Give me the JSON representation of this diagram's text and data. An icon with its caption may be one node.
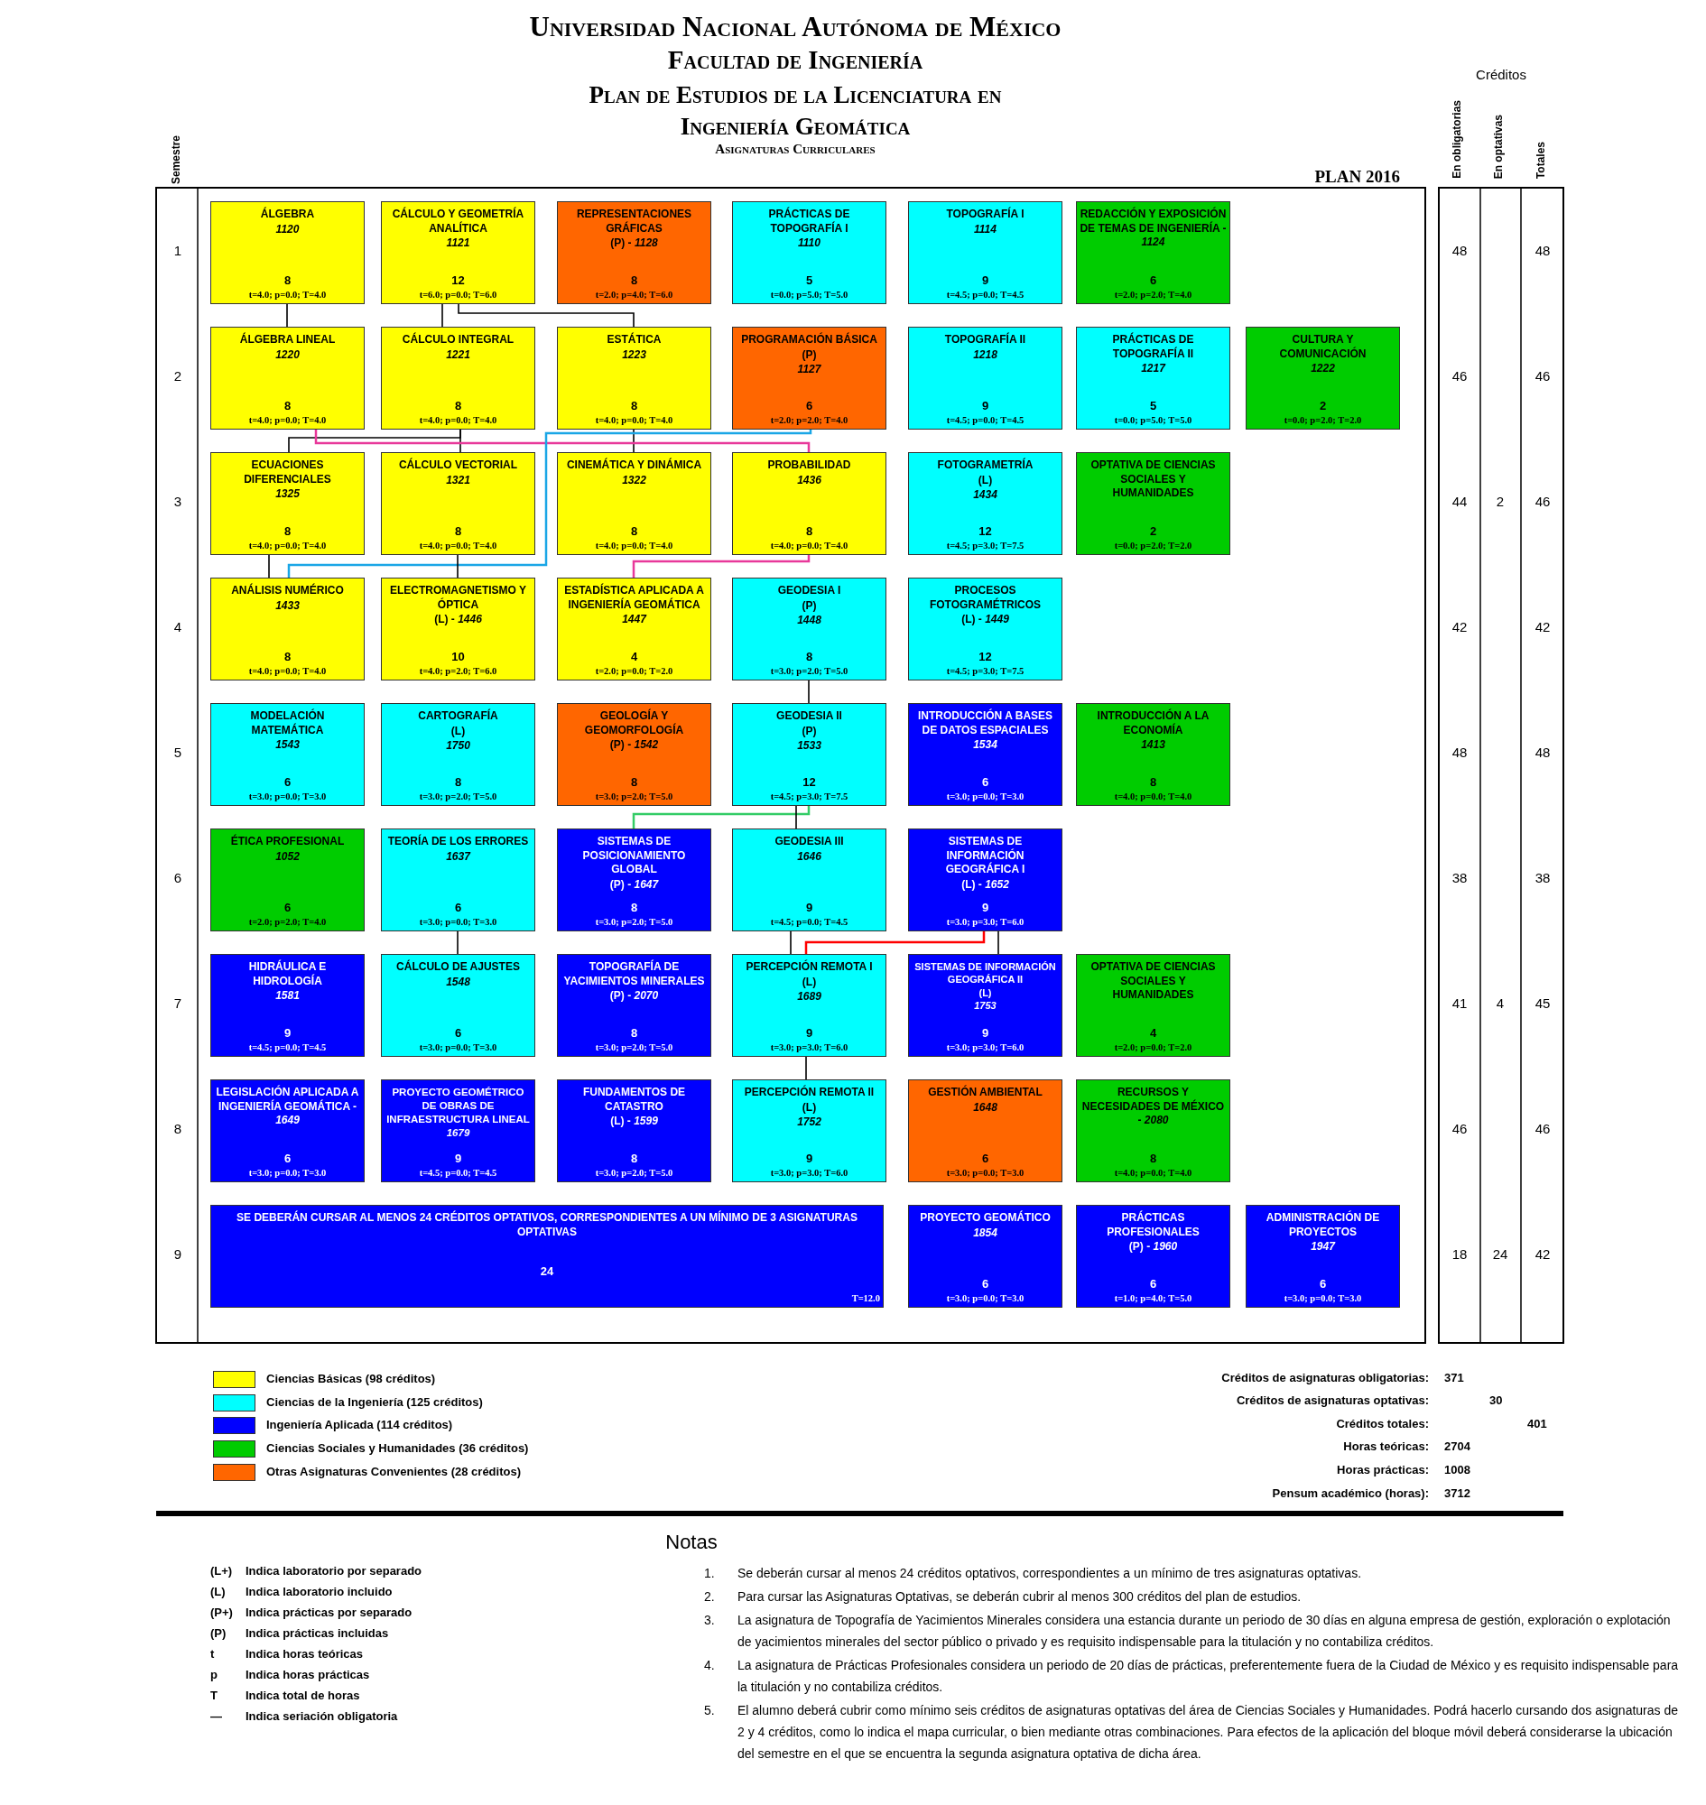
{
  "diagram": {
    "title": "Universidad Nacional Autónoma de México",
    "nodes": [
      {
        "text": [
          "ÁLGEBRA",
          "1120",
          "8",
          "t=4.0; p=0.0; T=4.0"
        ]
      },
      {
        "text": [
          "CÁLCULO Y GEOMETRÍA ANALÍTICA",
          "1121",
          "12",
          "t=6.0; p=0.0; T=6.0"
        ]
      },
      {
        "text": [
          "REPRESENTACIONES GRÁFICAS",
          "(P) - *1128*",
          "8",
          "t=2.0; p=4.0; T=6.0"
        ]
      },
      {
        "text": [
          "PRÁCTICAS DE TOPOGRAFÍA I",
          "1110",
          "5",
          "t=0.0; p=5.0; T=5.0"
        ]
      },
      {
        "text": [
          "TOPOGRAFÍA I",
          "1114",
          "9",
          "t=4.5; p=0.0; T=4.5"
        ]
      },
      {
        "text": [
          "REDACCIÓN Y EXPOSICIÓN DE TEMAS DE INGENIERÍA - *1124*",
          "6",
          "t=2.0; p=2.0; T=4.0"
        ]
      },
      {
        "text": [
          "ÁLGEBRA LINEAL",
          "1220",
          "8",
          "t=4.0; p=0.0; T=4.0"
        ]
      },
      {
        "text": [
          "CÁLCULO INTEGRAL",
          "1221",
          "8",
          "t=4.0; p=0.0; T=4.0"
        ]
      },
      {
        "text": [
          "ESTÁTICA",
          "1223",
          "8",
          "t=4.0; p=0.0; T=4.0"
        ]
      },
      {
        "text": [
          "PROGRAMACIÓN BÁSICA",
          "(P)",
          "1127",
          "6",
          "t=2.0; p=2.0; T=4.0"
        ]
      },
      {
        "text": [
          "TOPOGRAFÍA II",
          "1218",
          "9",
          "t=4.5; p=0.0; T=4.5"
        ]
      },
      {
        "text": [
          "PRÁCTICAS DE TOPOGRAFÍA II",
          "1217",
          "5",
          "t=0.0; p=5.0; T=5.0"
        ]
      },
      {
        "text": [
          "CULTURA Y COMUNICACIÓN",
          "1222",
          "2",
          "t=0.0; p=2.0; T=2.0"
        ]
      },
      {
        "text": [
          "ECUACIONES DIFERENCIALES",
          "1325",
          "8",
          "t=4.0; p=0.0; T=4.0"
        ]
      },
      {
        "text": [
          "CÁLCULO VECTORIAL",
          "1321",
          "8",
          "t=4.0; p=0.0; T=4.0"
        ]
      },
      {
        "text": [
          "CINEMÁTICA Y DINÁMICA",
          "1322",
          "8",
          "t=4.0; p=0.0; T=4.0"
        ]
      },
      {
        "text": [
          "PROBABILIDAD",
          "1436",
          "8",
          "t=4.0; p=0.0; T=4.0"
        ]
      },
      {
        "text": [
          "FOTOGRAMETRÍA",
          "(L)",
          "1434",
          "12",
          "t=4.5; p=3.0; T=7.5"
        ]
      },
      {
        "text": [
          "OPTATIVA DE CIENCIAS SOCIALES Y HUMANIDADES",
          "2",
          "t=0.0; p=2.0; T=2.0"
        ]
      },
      {
        "text": [
          "ANÁLISIS NUMÉRICO",
          "1433",
          "8",
          "t=4.0; p=0.0; T=4.0"
        ]
      },
      {
        "text": [
          "ELECTROMAGNETISMO Y ÓPTICA",
          "(L) - *1446*",
          "10",
          "t=4.0; p=2.0; T=6.0"
        ]
      },
      {
        "text": [
          "ESTADÍSTICA APLICADA A INGENIERÍA GEOMÁTICA",
          "1447",
          "4",
          "t=2.0; p=0.0; T=2.0"
        ]
      },
      {
        "text": [
          "GEODESIA I",
          "(P)",
          "1448",
          "8",
          "t=3.0; p=2.0; T=5.0"
        ]
      },
      {
        "text": [
          "PROCESOS FOTOGRAMÉTRICOS",
          "(L) - *1449*",
          "12",
          "t=4.5; p=3.0; T=7.5"
        ]
      },
      {
        "text": [
          "MODELACIÓN MATEMÁTICA",
          "1543",
          "6",
          "t=3.0; p=0.0; T=3.0"
        ]
      },
      {
        "text": [
          "CARTOGRAFÍA",
          "(L)",
          "1750",
          "8",
          "t=3.0; p=2.0; T=5.0"
        ]
      },
      {
        "text": [
          "GEOLOGÍA Y GEOMORFOLOGÍA",
          "(P) - *1542*",
          "8",
          "t=3.0; p=2.0; T=5.0"
        ]
      },
      {
        "text": [
          "GEODESIA II",
          "(P)",
          "1533",
          "12",
          "t=4.5; p=3.0; T=7.5"
        ]
      },
      {
        "text": [
          "INTRODUCCIÓN A BASES DE DATOS ESPACIALES",
          "1534",
          "6",
          "t=3.0; p=0.0; T=3.0"
        ]
      },
      {
        "text": [
          "INTRODUCCIÓN A LA ECONOMÍA",
          "1413",
          "8",
          "t=4.0; p=0.0; T=4.0"
        ]
      },
      {
        "text": [
          "ÉTICA PROFESIONAL",
          "1052",
          "6",
          "t=2.0; p=2.0; T=4.0"
        ]
      },
      {
        "text": [
          "TEORÍA DE LOS ERRORES",
          "1637",
          "6",
          "t=3.0; p=0.0; T=3.0"
        ]
      },
      {
        "text": [
          "SISTEMAS DE POSICIONAMIENTO GLOBAL",
          "(P) - *1647*",
          "8",
          "t=3.0; p=2.0; T=5.0"
        ]
      },
      {
        "text": [
          "GEODESIA III",
          "1646",
          "9",
          "t=4.5; p=0.0; T=4.5"
        ]
      },
      {
        "text": [
          "SISTEMAS DE INFORMACIÓN GEOGRÁFICA I",
          "(L) - *1652*",
          "9",
          "t=3.0; p=3.0; T=6.0"
        ]
      },
      {
        "text": [
          "HIDRÁULICA E HIDROLOGÍA",
          "1581",
          "9",
          "t=4.5; p=0.0; T=4.5"
        ]
      },
      {
        "text": [
          "CÁLCULO DE AJUSTES",
          "1548",
          "6",
          "t=3.0; p=0.0; T=3.0"
        ]
      },
      {
        "text": [
          "TOPOGRAFÍA DE YACIMIENTOS MINERALES",
          "(P) - *2070*",
          "8",
          "t=3.0; p=2.0; T=5.0"
        ]
      },
      {
        "text": [
          "PERCEPCIÓN REMOTA I",
          "(L)",
          "1689",
          "9",
          "t=3.0; p=3.0; T=6.0"
        ]
      },
      {
        "text": [
          "SISTEMAS DE INFORMACIÓN GEOGRÁFICA II",
          "(L)",
          "1753",
          "9",
          "t=3.0; p=3.0; T=6.0"
        ]
      },
      {
        "text": [
          "OPTATIVA DE CIENCIAS SOCIALES Y HUMANIDADES",
          "4",
          "t=2.0; p=0.0; T=2.0"
        ]
      },
      {
        "text": [
          "LEGISLACIÓN APLICADA A INGENIERÍA GEOMÁTICA - *1649*",
          "6",
          "t=3.0; p=0.0; T=3.0"
        ]
      },
      {
        "text": [
          "PROYECTO GEOMÉTRICO DE OBRAS DE INFRAESTRUCTURA LINEAL",
          "1679",
          "9",
          "t=4.5; p=0.0; T=4.5"
        ]
      },
      {
        "text": [
          "FUNDAMENTOS DE CATASTRO",
          "(L) - *1599*",
          "8",
          "t=3.0; p=2.0; T=5.0"
        ]
      },
      {
        "text": [
          "PERCEPCIÓN REMOTA II",
          "(L)",
          "1752",
          "9",
          "t=3.0; p=3.0; T=6.0"
        ]
      },
      {
        "text": [
          "GESTIÓN AMBIENTAL",
          "1648",
          "6",
          "t=3.0; p=0.0; T=3.0"
        ]
      },
      {
        "text": [
          "RECURSOS Y NECESIDADES DE MÉXICO - *2080*",
          "8",
          "t=4.0; p=0.0; T=4.0"
        ]
      },
      {
        "text": [
          "SE DEBERÁN CURSAR AL MENOS 24 CRÉDITOS OPTATIVOS, CORRESPONDIENTES A UN MÍNIMO DE 3 ASIGNATURAS OPTATIVAS",
          "24",
          "T=12.0"
        ]
      },
      {
        "text": [
          "PROYECTO GEOMÁTICO",
          "1854",
          "6",
          "t=3.0; p=0.0; T=3.0"
        ]
      },
      {
        "text": [
          "PRÁCTICAS PROFESIONALES",
          "(P) - *1960*",
          "6",
          "t=1.0; p=4.0; T=5.0"
        ]
      },
      {
        "text": [
          "ADMINISTRACIÓN DE PROYECTOS",
          "1947",
          "6",
          "t=3.0; p=0.0; T=3.0"
        ]
      }
    ],
    "edges": [
      {
        "from": 0,
        "to": 6,
        "arrow": "none"
      },
      {
        "from": 1,
        "to": 7,
        "arrow": "none"
      },
      {
        "from": 1,
        "to": 8,
        "arrow": "none"
      },
      {
        "from": 7,
        "to": 13,
        "arrow": "none"
      },
      {
        "from": 7,
        "to": 14,
        "arrow": "none"
      },
      {
        "from": 8,
        "to": 15,
        "arrow": "none"
      },
      {
        "from": 6,
        "to": 16,
        "arrow": "none",
        "color": "#e8389a"
      },
      {
        "from": 9,
        "to": 19,
        "arrow": "none",
        "color": "#1aa6e6"
      },
      {
        "from": 13,
        "to": 19,
        "arrow": "none"
      },
      {
        "from": 14,
        "to": 20,
        "arrow": "none"
      },
      {
        "from": 16,
        "to": 21,
        "arrow": "none",
        "color": "#e8389a"
      },
      {
        "from": 22,
        "to": 27,
        "arrow": "none"
      },
      {
        "from": 27,
        "to": 32,
        "arrow": "none",
        "color": "#33cc66"
      },
      {
        "from": 27,
        "to": 33,
        "arrow": "none"
      },
      {
        "from": 31,
        "to": 36,
        "arrow": "none"
      },
      {
        "from": 33,
        "to": 38,
        "arrow": "none"
      },
      {
        "from": 34,
        "to": 39,
        "arrow": "none"
      },
      {
        "from": 34,
        "to": 38,
        "arrow": "none",
        "color": "#ff0000"
      },
      {
        "from": 38,
        "to": 44,
        "arrow": "none"
      }
    ],
    "labels": [
      "Facultad de Ingeniería",
      "Plan de Estudios de la Licenciatura en Ingeniería Geomática",
      "Asignaturas Curriculares",
      "Semestre",
      "PLAN 2016",
      "Créditos",
      "En obligatorias",
      "En optativas",
      "Totales",
      "1",
      "48",
      "48",
      "2",
      "46",
      "46",
      "3",
      "44",
      "2",
      "46",
      "4",
      "42",
      "42",
      "5",
      "48",
      "48",
      "6",
      "38",
      "38",
      "7",
      "41",
      "4",
      "45",
      "8",
      "46",
      "46",
      "9",
      "18",
      "24",
      "42",
      "Créditos de asignaturas obligatorias:",
      "371",
      "Créditos de asignaturas optativas:",
      "30",
      "Créditos totales:",
      "401",
      "Horas teóricas:",
      "2704",
      "Horas prácticas:",
      "1008",
      "Pensum académico (horas):",
      "3712",
      "Notas",
      "(L+)",
      "Indica laboratorio por separado",
      "(L)",
      "Indica laboratorio incluido",
      "(P+)",
      "Indica prácticas por separado",
      "(P)",
      "Indica prácticas incluidas",
      "t",
      "Indica horas teóricas",
      "p",
      "Indica horas prácticas",
      "T",
      "Indica total de horas",
      "—",
      "Indica seriación obligatoria",
      "1.",
      "Se deberán cursar al menos 24 créditos optativos, correspondientes a un mínimo de tres asignaturas optativas.",
      "2.",
      "Para cursar las Asignaturas Optativas, se deberán cubrir al menos 300 créditos del plan de estudios.",
      "3.",
      "La asignatura de Topografía de Yacimientos Minerales considera una estancia durante un periodo de 30 días en alguna empresa de gestión, exploración o explotación de yacimientos minerales del sector público o privado y es requisito indispensable para la titulación y no contabiliza créditos.",
      "4.",
      "La asignatura de Prácticas Profesionales considera un periodo de 20 días de prácticas, preferentemente fuera de la Ciudad de México y es requisito indispensable para la titulación y no contabiliza créditos.",
      "5.",
      "El alumno deberá cubrir como mínimo seis créditos de asignaturas optativas del área de Ciencias Sociales y Humanidades. Podrá hacerlo cursando dos asignaturas de 2 y 4 créditos, como lo indica el mapa curricular, o bien mediante otras combinaciones. Para efectos de la aplicación del bloque móvil deberá considerarse la ubicación del semestre en el que se encuentra la segunda asignatura optativa de dicha área."
    ],
    "legend": [
      {
        "text": "Ciencias Básicas (98 créditos)",
        "color": "#ffff00"
      },
      {
        "text": "Ciencias de la Ingeniería (125 créditos)",
        "color": "#00ffff"
      },
      {
        "text": "Ingeniería Aplicada (114 créditos)",
        "color": "#0000ff"
      },
      {
        "text": "Ciencias Sociales y Humanidades (36 créditos)",
        "color": "#00cc00"
      },
      {
        "text": "Otras Asignaturas Convenientes (28 créditos)",
        "color": "#ff6600"
      }
    ]
  }
}
